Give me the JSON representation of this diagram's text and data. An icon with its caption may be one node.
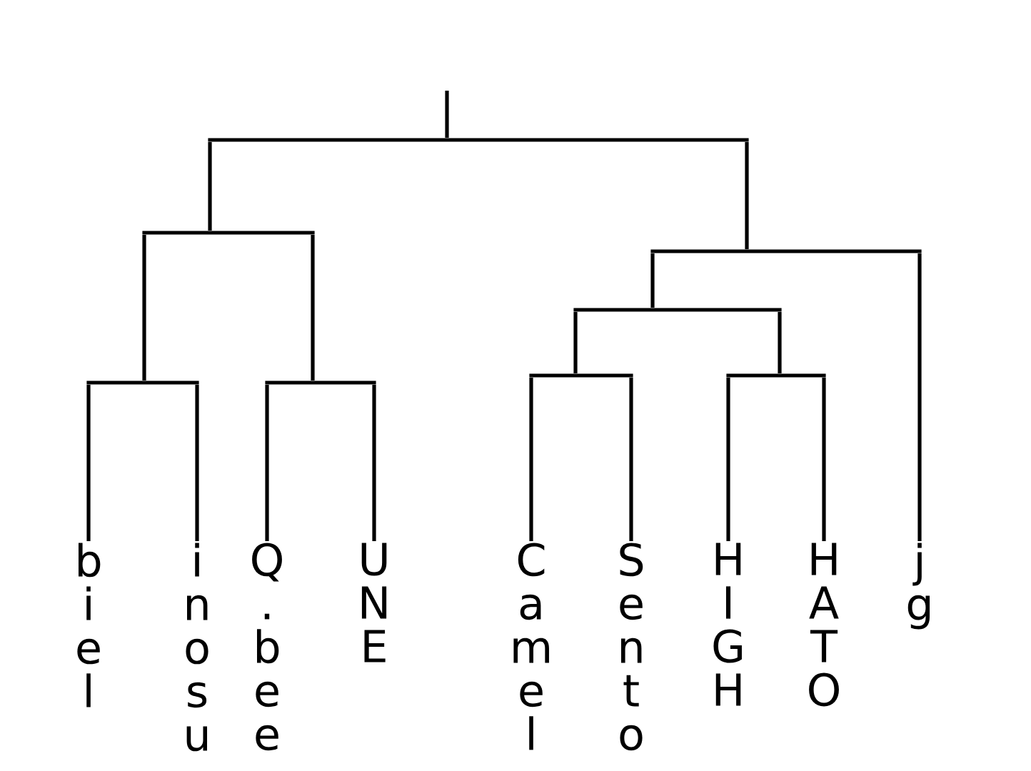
{
  "diagram": {
    "nodes": [
      {
        "text": [],
        "shape": "bar"
      },
      {
        "text": [],
        "shape": "bar"
      },
      {
        "text": [],
        "shape": "bar"
      },
      {
        "text": [],
        "shape": "bar"
      },
      {
        "text": [],
        "shape": "bar"
      },
      {
        "text": [],
        "shape": "bar"
      },
      {
        "text": [],
        "shape": "bar"
      },
      {
        "text": [],
        "shape": "bar"
      },
      {
        "text": [
          "biel"
        ]
      },
      {
        "text": [
          "inosu"
        ]
      },
      {
        "text": [
          "Q.bee"
        ]
      },
      {
        "text": [
          "UNE"
        ]
      },
      {
        "text": [
          "Camel"
        ]
      },
      {
        "text": [
          "Sento"
        ]
      },
      {
        "text": [
          "HIGH"
        ]
      },
      {
        "text": [
          "HATO"
        ]
      },
      {
        "text": [
          "jg"
        ]
      }
    ],
    "edges": [
      {
        "from": null,
        "to": 0,
        "arrow": "none"
      },
      {
        "from": 0,
        "to": 1,
        "arrow": "none"
      },
      {
        "from": 0,
        "to": 2,
        "arrow": "none"
      },
      {
        "from": 1,
        "to": 4,
        "arrow": "none"
      },
      {
        "from": 1,
        "to": 5,
        "arrow": "none"
      },
      {
        "from": 2,
        "to": 3,
        "arrow": "none"
      },
      {
        "from": 2,
        "to": 16,
        "arrow": "none"
      },
      {
        "from": 3,
        "to": 6,
        "arrow": "none"
      },
      {
        "from": 3,
        "to": 7,
        "arrow": "none"
      },
      {
        "from": 4,
        "to": 8,
        "arrow": "none"
      },
      {
        "from": 4,
        "to": 9,
        "arrow": "none"
      },
      {
        "from": 5,
        "to": 10,
        "arrow": "none"
      },
      {
        "from": 5,
        "to": 11,
        "arrow": "none"
      },
      {
        "from": 6,
        "to": 12,
        "arrow": "none"
      },
      {
        "from": 6,
        "to": 13,
        "arrow": "none"
      },
      {
        "from": 7,
        "to": 14,
        "arrow": "none"
      },
      {
        "from": 7,
        "to": 15,
        "arrow": "none"
      }
    ]
  }
}
